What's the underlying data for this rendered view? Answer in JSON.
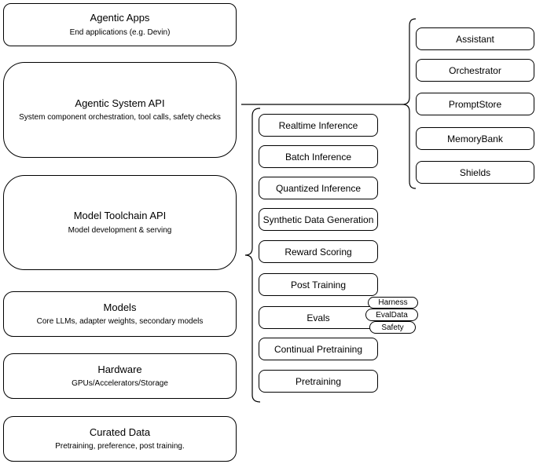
{
  "diagram": {
    "colors": {
      "background": "#ffffff",
      "stroke": "#000000",
      "text": "#000000"
    },
    "stack": [
      {
        "title": "Agentic Apps",
        "subtitle": "End applications (e.g. Devin)"
      },
      {
        "title": "Agentic System API",
        "subtitle": "System component orchestration, tool calls, safety checks"
      },
      {
        "title": "Model Toolchain API",
        "subtitle": "Model development & serving"
      },
      {
        "title": "Models",
        "subtitle": "Core LLMs, adapter weights, secondary models"
      },
      {
        "title": "Hardware",
        "subtitle": "GPUs/Accelerators/Storage"
      },
      {
        "title": "Curated Data",
        "subtitle": "Pretraining, preference, post training."
      }
    ],
    "toolchain": {
      "items": [
        "Realtime Inference",
        "Batch Inference",
        "Quantized Inference",
        "Synthetic Data Generation",
        "Reward Scoring",
        "Post Training",
        "Evals",
        "Continual Pretraining",
        "Pretraining"
      ]
    },
    "evals_pills": [
      "Harness",
      "EvalData",
      "Safety"
    ],
    "system_components": [
      "Assistant",
      "Orchestrator",
      "PromptStore",
      "MemoryBank",
      "Shields"
    ]
  }
}
